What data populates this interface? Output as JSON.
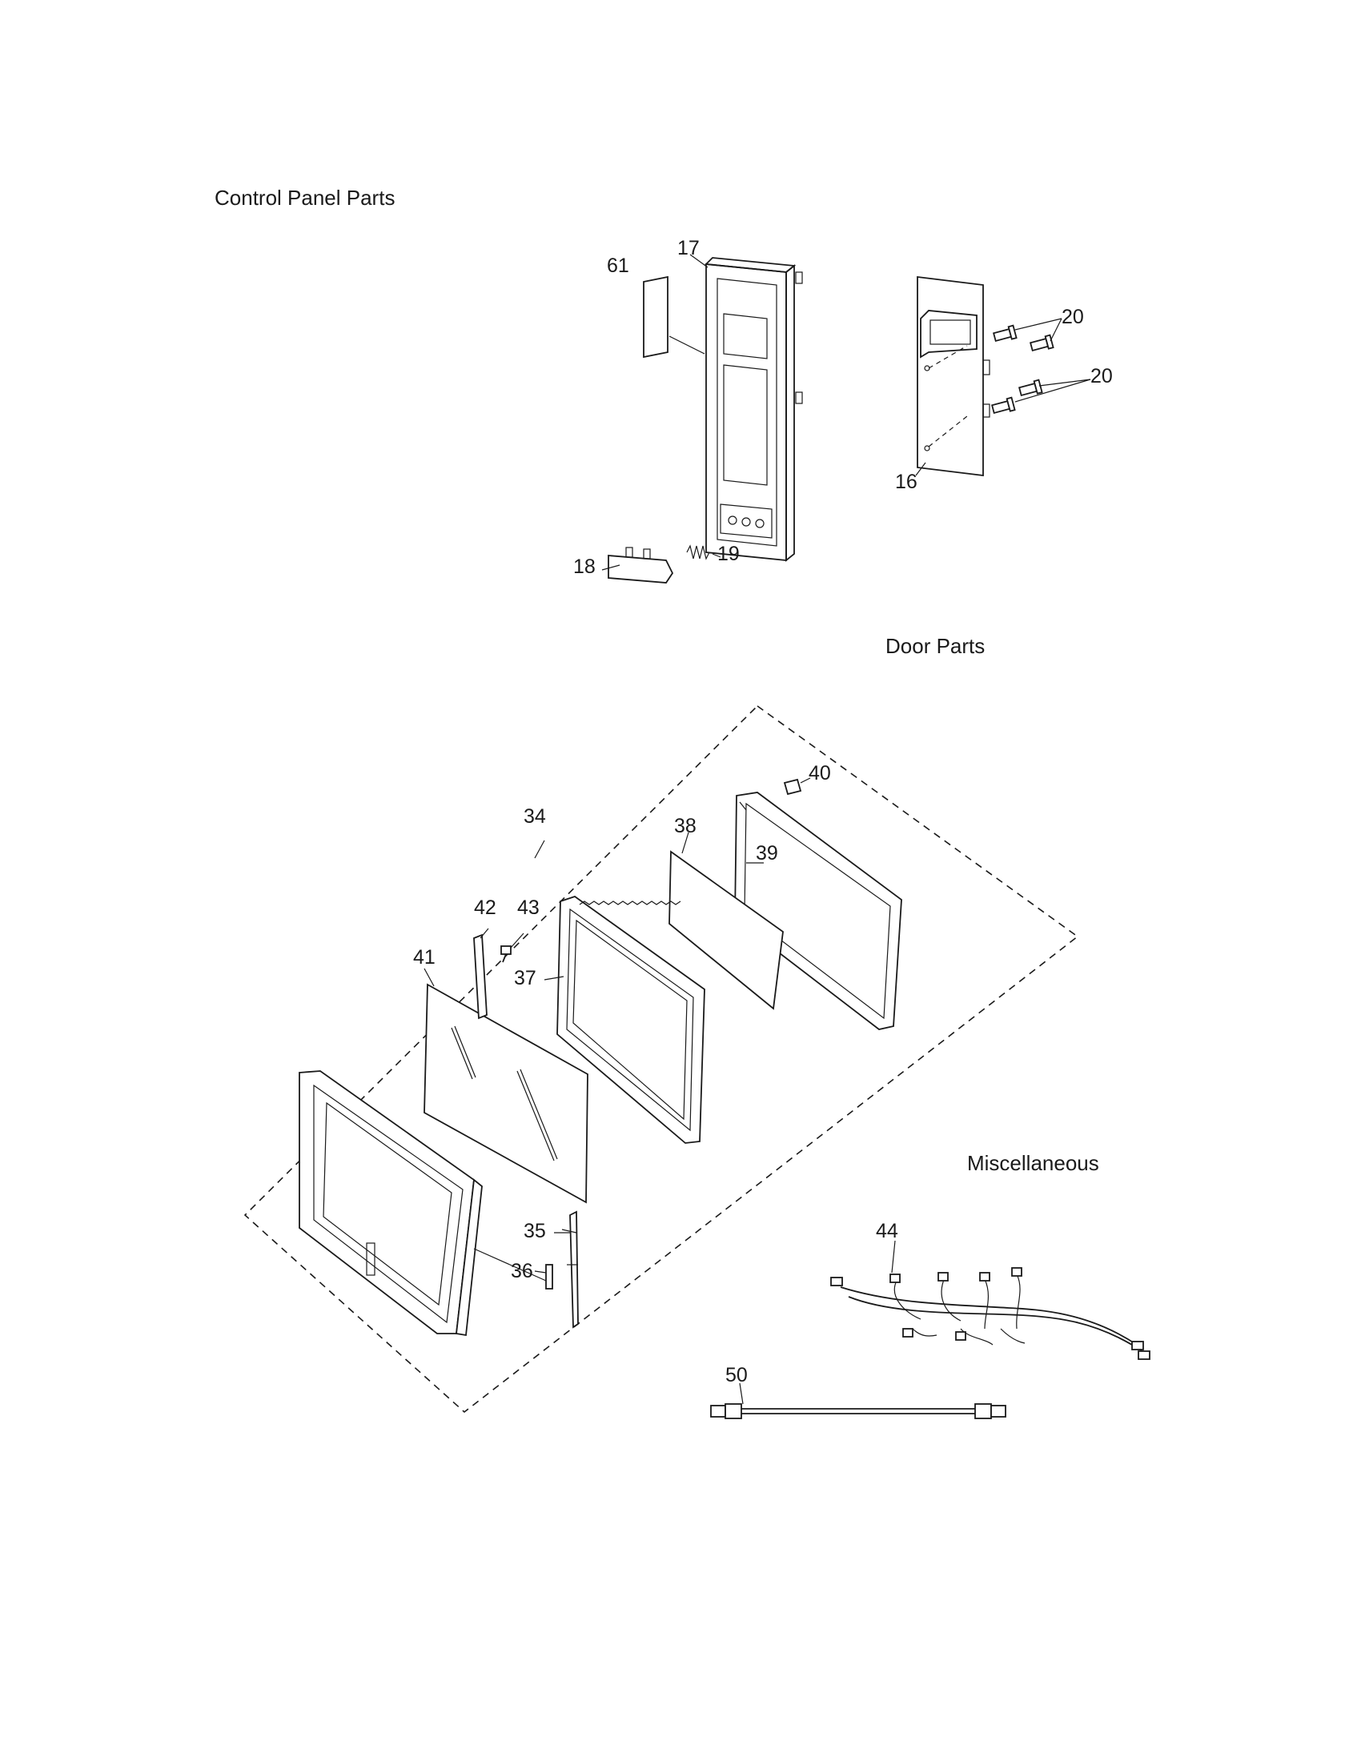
{
  "sections": {
    "control_panel": "Control Panel Parts",
    "door": "Door Parts",
    "misc": "Miscellaneous"
  },
  "callouts": {
    "p61": "61",
    "p17": "17",
    "p20a": "20",
    "p20b": "20",
    "p16": "16",
    "p18": "18",
    "p19": "19",
    "p34": "34",
    "p40": "40",
    "p38": "38",
    "p39": "39",
    "p42": "42",
    "p43": "43",
    "p41": "41",
    "p37": "37",
    "p35": "35",
    "p36": "36",
    "p44": "44",
    "p50": "50"
  }
}
